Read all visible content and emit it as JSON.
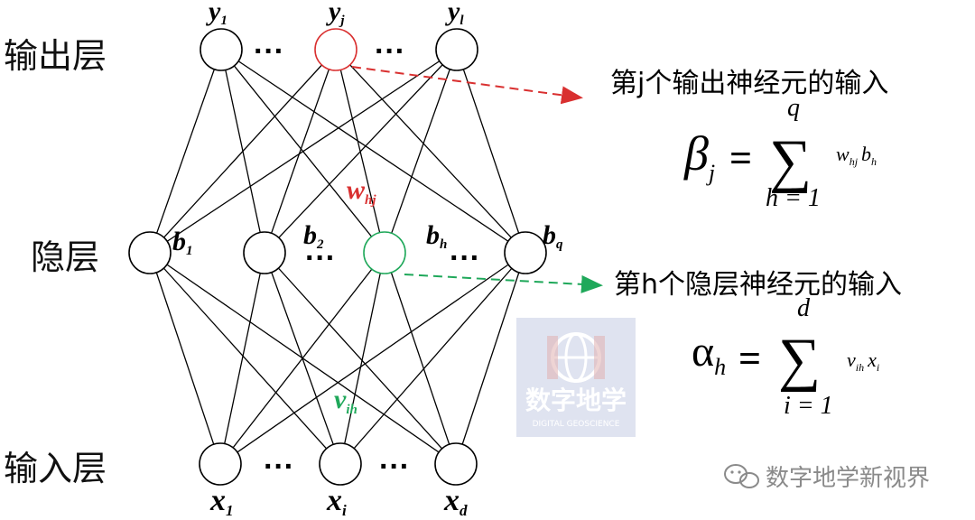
{
  "layers": {
    "output": "输出层",
    "hidden": "隐层",
    "input": "输入层"
  },
  "output_nodes": [
    {
      "base": "y",
      "sub": "1"
    },
    {
      "base": "y",
      "sub": "j"
    },
    {
      "base": "y",
      "sub": "l"
    }
  ],
  "hidden_nodes": [
    {
      "base": "b",
      "sub": "1"
    },
    {
      "base": "b",
      "sub": "2"
    },
    {
      "base": "b",
      "sub": "h"
    },
    {
      "base": "b",
      "sub": "q"
    }
  ],
  "input_nodes": [
    {
      "base": "x",
      "sub": "1"
    },
    {
      "base": "x",
      "sub": "i"
    },
    {
      "base": "x",
      "sub": "d"
    }
  ],
  "ellipsis": "···",
  "weights": {
    "w": {
      "base": "w",
      "sub": "hj"
    },
    "v": {
      "base": "v",
      "sub": "ih"
    }
  },
  "annotations": {
    "output_caption": "第j个输出神经元的输入",
    "hidden_caption": "第h个隐层神经元的输入"
  },
  "formula_beta": {
    "lhs": "β",
    "lhs_sub": "j",
    "eq": "=",
    "sigma": "∑",
    "upper": "q",
    "lower": "h = 1",
    "term": "w",
    "term_sub": "hj",
    "term2": "b",
    "term2_sub": "h"
  },
  "formula_alpha": {
    "lhs": "α",
    "lhs_sub": "h",
    "eq": "=",
    "sigma": "∑",
    "upper": "d",
    "lower": "i = 1",
    "term": "v",
    "term_sub": "ih",
    "term2": "x",
    "term2_sub": "i"
  },
  "watermark": {
    "title": "数字地学",
    "subtitle": "DIGITAL GEOSCIENCE"
  },
  "footer": {
    "brand": "数字地学新视界"
  },
  "colors": {
    "highlight_output": "#d93030",
    "highlight_hidden": "#1fa85a",
    "line": "#000000",
    "watermark_bg": "#dfe3f0"
  }
}
